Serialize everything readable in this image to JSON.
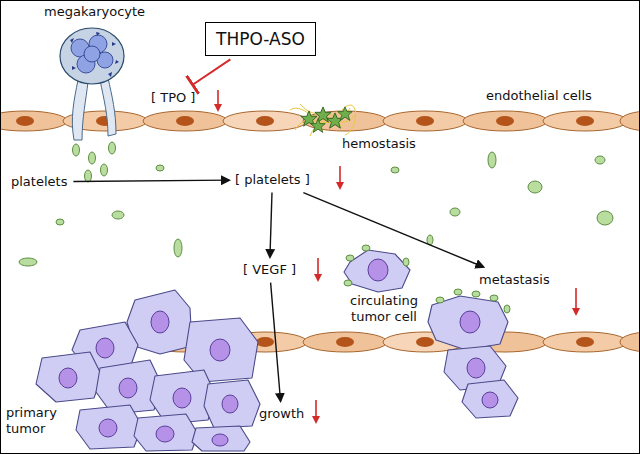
{
  "diagram": {
    "nodes": [
      {
        "text": [
          "THPO-ASO"
        ]
      },
      {
        "text": [
          "[ TPO ]"
        ]
      },
      {
        "text": [
          "platelets"
        ]
      },
      {
        "text": [
          "[ platelets ]"
        ]
      },
      {
        "text": [
          "[ VEGF ]"
        ]
      },
      {
        "text": [
          "metastasis"
        ]
      },
      {
        "text": [
          "growth"
        ]
      }
    ],
    "edges": [
      {
        "from": 0,
        "to": 1,
        "arrow": "to"
      },
      {
        "from": 2,
        "to": 3,
        "arrow": "to"
      },
      {
        "from": 3,
        "to": 4,
        "arrow": "to"
      },
      {
        "from": 3,
        "to": 5,
        "arrow": "to"
      },
      {
        "from": 4,
        "to": 6,
        "arrow": "to"
      }
    ],
    "labels": [
      "megakaryocyte",
      "endothelial cells",
      "hemostasis",
      "circulating tumor cell",
      "primary tumor"
    ]
  }
}
